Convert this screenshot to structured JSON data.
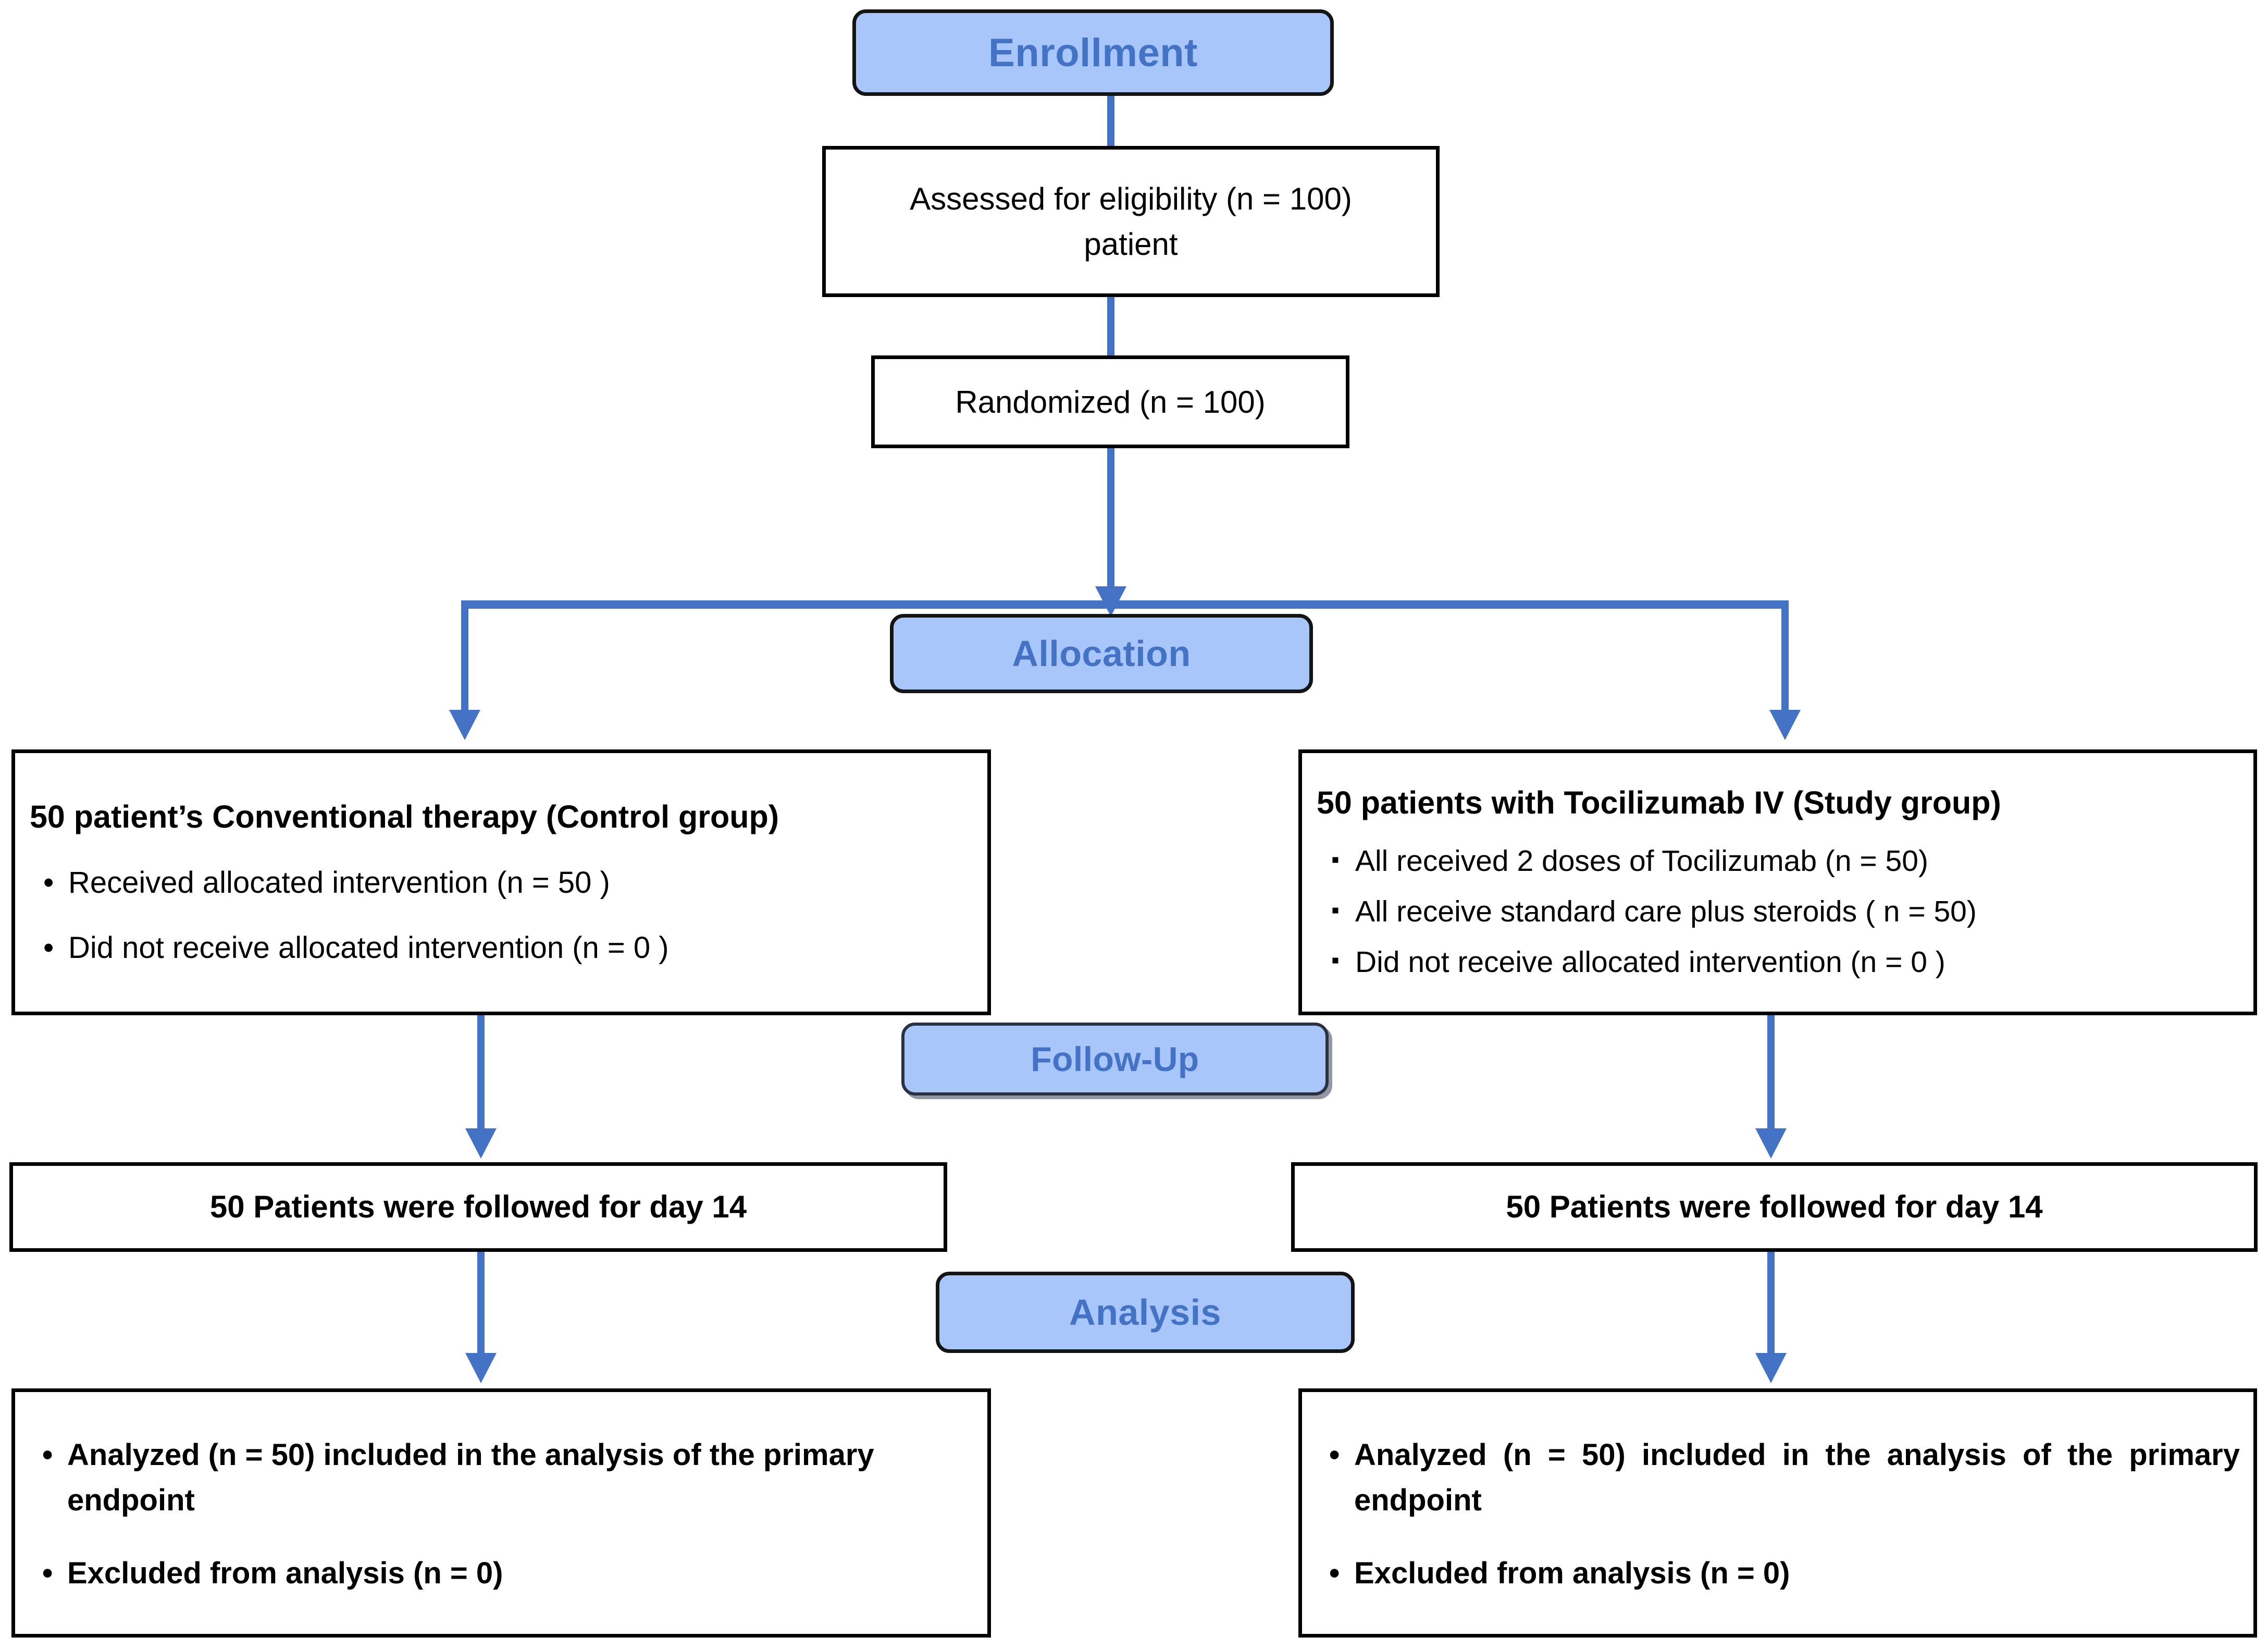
{
  "diagram": {
    "type": "consort-flow-diagram",
    "accent_color": "#4472C4",
    "stage_fill": "#A8C6FA",
    "node_border_color": "#000000",
    "background": "#ffffff"
  },
  "stages": {
    "enrollment": "Enrollment",
    "allocation": "Allocation",
    "followup": "Follow-Up",
    "analysis": "Analysis"
  },
  "enrollment_flow": {
    "assessed_line1": "Assessed for eligibility (n = 100)",
    "assessed_line2": "patient",
    "randomized": "Randomized  (n = 100)"
  },
  "allocation": {
    "control": {
      "title": "50 patient’s Conventional therapy (Control group)",
      "bullet_glyph": "•",
      "items": [
        "Received allocated intervention  (n = 50 )",
        "Did not receive allocated intervention  (n = 0 )"
      ]
    },
    "study": {
      "title_plain": "50 patients with Tocilizumab IV (",
      "title_bold": "Study group",
      "title_close": ")",
      "bullet_glyph": "▪",
      "items": [
        "All received 2 doses of Tocilizumab (n = 50)",
        "All receive standard  care plus  steroids ( n = 50)",
        "Did not receive allocated intervention  (n = 0 )"
      ]
    }
  },
  "followup": {
    "control": "50 Patients were followed for day 14",
    "study": "50 Patients were followed for day 14"
  },
  "analysis": {
    "control": {
      "bullet_glyph": "•",
      "items": [
        "Analyzed (n = 50) included  in the analysis of the primary endpoint",
        "Excluded  from analysis (n = 0)"
      ]
    },
    "study": {
      "bullet_glyph": "•",
      "items": [
        "Analyzed (n = 50) included in the analysis of the primary endpoint",
        "Excluded from analysis (n = 0)"
      ]
    }
  }
}
